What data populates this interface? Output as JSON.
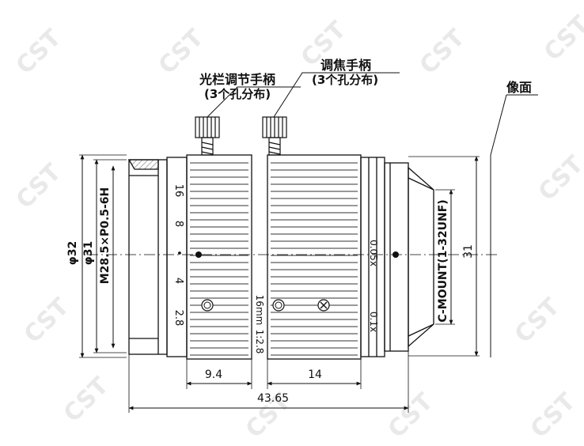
{
  "watermark": "CST",
  "labels": {
    "iris_handle": "光栏调节手柄",
    "iris_holes": "(3个孔分布)",
    "focus_handle": "调焦手柄",
    "focus_holes": "(3个孔分布)",
    "image_plane": "像面",
    "thread": "M28.5×P0.5-6H",
    "mount": "C-MOUNT(1-32UNF)",
    "focal": "16mm",
    "f_number": "1:2.8",
    "mag_a": "0.05x",
    "mag_b": "0.1x"
  },
  "aperture_scale": [
    "16",
    "8",
    "•",
    "4",
    "2.8"
  ],
  "dimensions": {
    "d1": "φ32",
    "d2": "φ31",
    "d3": "31",
    "l1": "9.4",
    "l2": "14",
    "total": "43.65"
  }
}
